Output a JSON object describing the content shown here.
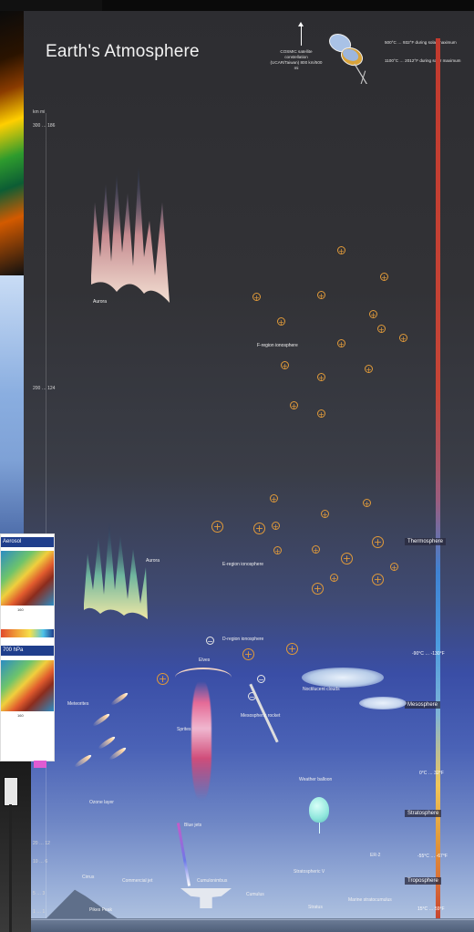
{
  "title": "Earth's Atmosphere",
  "scale": {
    "header": "km   mi",
    "top_marks": [
      "300 … 186",
      "200 … 124"
    ],
    "bottom_marks": [
      "20 … 12",
      "10 … 6",
      "5 … 3",
      "1 … 1"
    ]
  },
  "satellite": {
    "label": "COSMIC satellite constellation (UCAR/Taiwan) 800 km/500 mi"
  },
  "temperature_notes": {
    "solar_max": "500°C … 932°F during solar maximum",
    "solar_max2": "1100°C … 2012°F during solar maximum"
  },
  "layers": [
    {
      "name": "Thermosphere"
    },
    {
      "name": "Mesosphere"
    },
    {
      "name": "Stratosphere"
    },
    {
      "name": "Troposphere"
    }
  ],
  "layer_temps": {
    "mesopause": "-90°C … -130°F",
    "stratopause": "0°C … 32°F",
    "tropopause": "-55°C … -67°F",
    "surface": "15°C … 59°F"
  },
  "labels": {
    "aurora_upper": "Aurora",
    "aurora_lower": "Aurora",
    "f_region": "F-region ionosphere",
    "e_region": "E-region ionosphere",
    "d_region": "D-region ionosphere",
    "elves": "Elves",
    "sprites": "Sprites",
    "rocket": "Mesospheric rocket",
    "noctilucent": "Noctilucent clouds",
    "meteorites": "Meteorites",
    "ozone": "Ozone layer",
    "weather_balloon": "Weather balloon",
    "blue_jets": "Blue jets",
    "cirrus": "Cirrus",
    "jet": "Commercial jet",
    "cumulonimbus": "Cumulonimbus",
    "cumulus": "Cumulus",
    "er2": "ER-2",
    "stratospheric_v": "Stratospheric V",
    "stratus": "Stratus",
    "marine_layer": "Marine stratocumulus",
    "pikes_peak": "Pikes Peak"
  },
  "map_panel": {
    "title1": "Aerosol",
    "title2": "700 hPa",
    "axis": "160"
  }
}
